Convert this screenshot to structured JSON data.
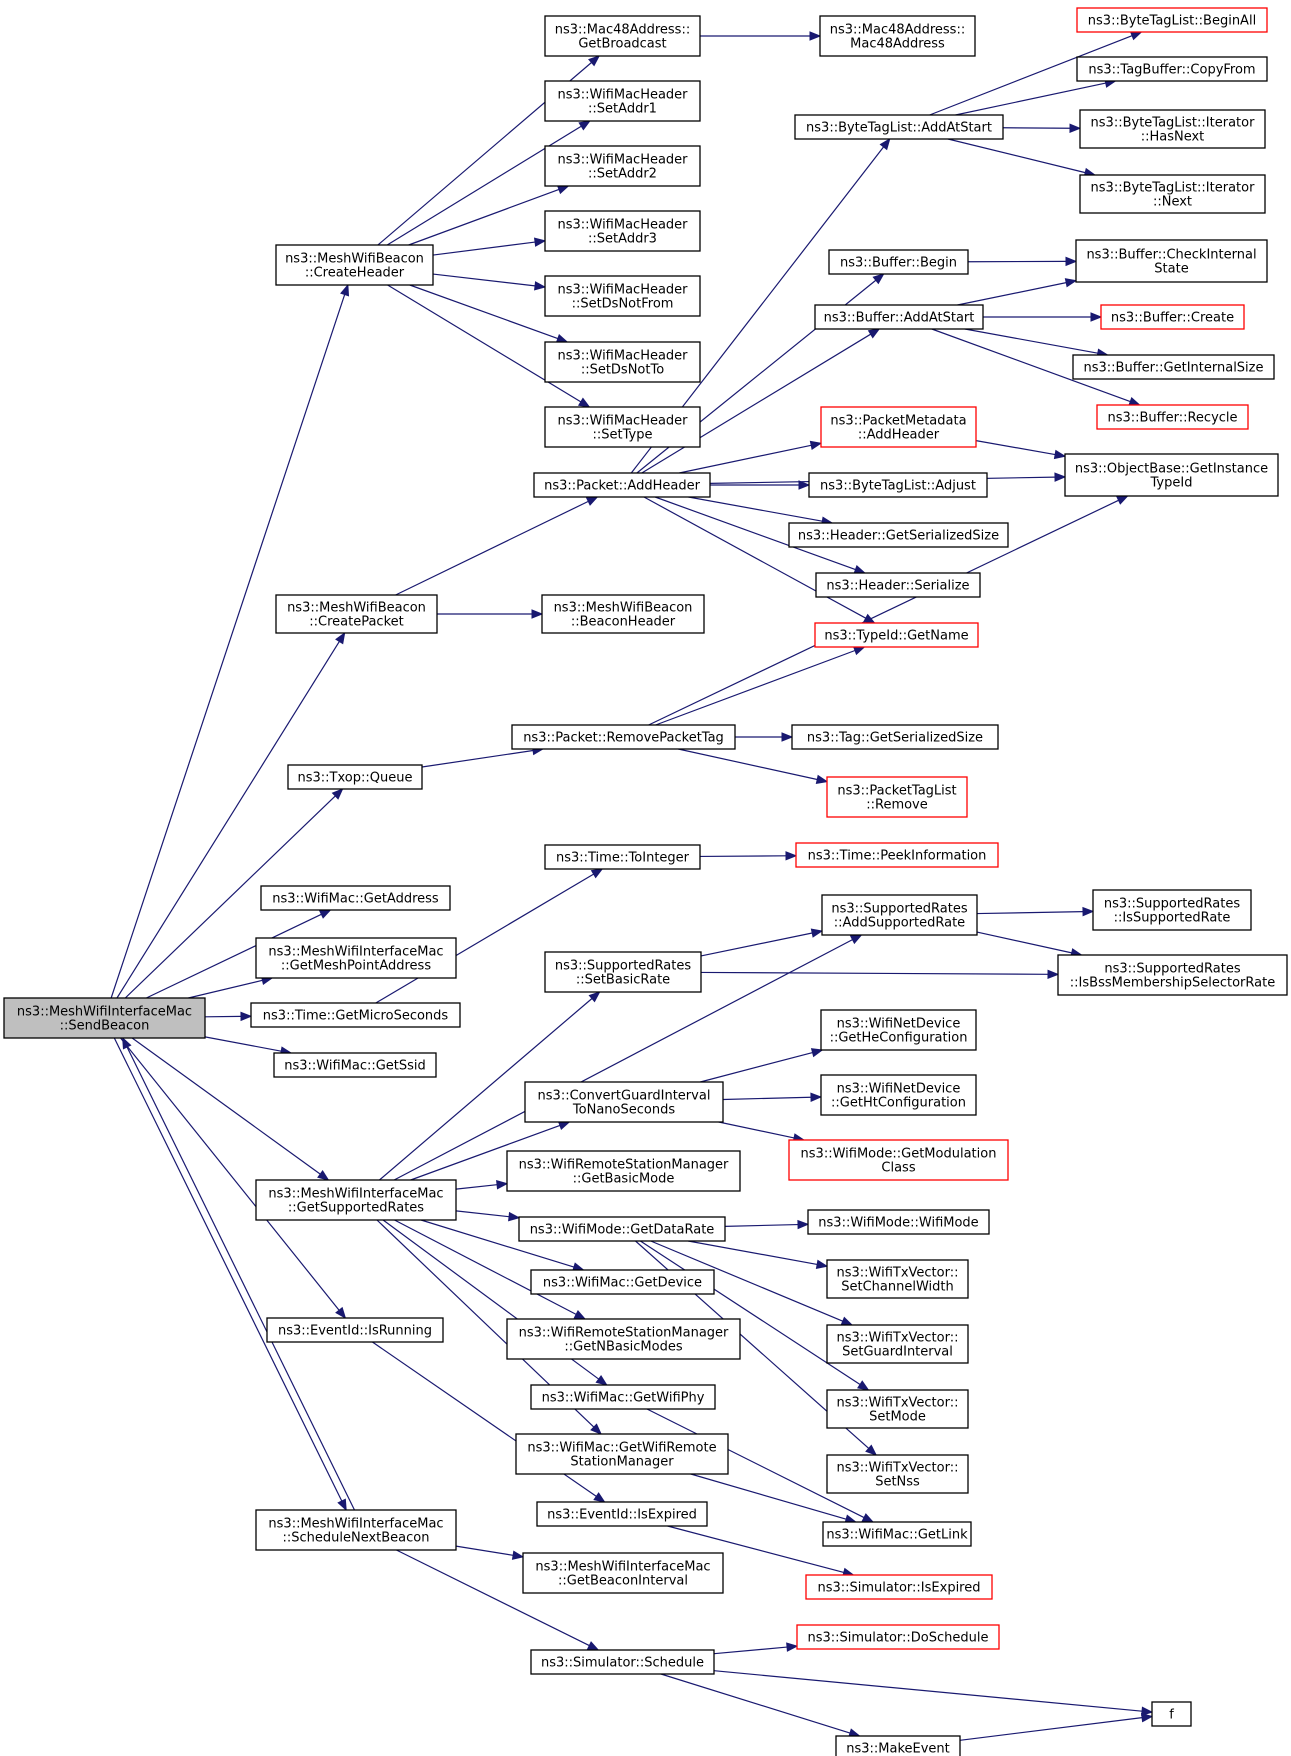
{
  "colors": {
    "edge": "#191970",
    "red_border": "#ff0000",
    "root_fill": "#bfbfbf"
  },
  "nodes": [
    {
      "id": "root",
      "lines": [
        "ns3::MeshWifiInterfaceMac",
        "::SendBeacon"
      ],
      "root": true
    },
    {
      "id": "createHeader",
      "lines": [
        "ns3::MeshWifiBeacon",
        "::CreateHeader"
      ]
    },
    {
      "id": "getBroadcast",
      "lines": [
        "ns3::Mac48Address::",
        "GetBroadcast"
      ]
    },
    {
      "id": "mac48",
      "lines": [
        "ns3::Mac48Address::",
        "Mac48Address"
      ]
    },
    {
      "id": "setAddr1",
      "lines": [
        "ns3::WifiMacHeader",
        "::SetAddr1"
      ]
    },
    {
      "id": "setAddr2",
      "lines": [
        "ns3::WifiMacHeader",
        "::SetAddr2"
      ]
    },
    {
      "id": "setAddr3",
      "lines": [
        "ns3::WifiMacHeader",
        "::SetAddr3"
      ]
    },
    {
      "id": "setDsNotFrom",
      "lines": [
        "ns3::WifiMacHeader",
        "::SetDsNotFrom"
      ]
    },
    {
      "id": "setDsNotTo",
      "lines": [
        "ns3::WifiMacHeader",
        "::SetDsNotTo"
      ]
    },
    {
      "id": "setType",
      "lines": [
        "ns3::WifiMacHeader",
        "::SetType"
      ]
    },
    {
      "id": "beginAll",
      "lines": [
        "ns3::ByteTagList::BeginAll"
      ],
      "red": true
    },
    {
      "id": "copyFrom",
      "lines": [
        "ns3::TagBuffer::CopyFrom"
      ]
    },
    {
      "id": "addAtStartBTL",
      "lines": [
        "ns3::ByteTagList::AddAtStart"
      ]
    },
    {
      "id": "hasNext",
      "lines": [
        "ns3::ByteTagList::Iterator",
        "::HasNext"
      ]
    },
    {
      "id": "iterNext",
      "lines": [
        "ns3::ByteTagList::Iterator",
        "::Next"
      ]
    },
    {
      "id": "bufBegin",
      "lines": [
        "ns3::Buffer::Begin"
      ]
    },
    {
      "id": "checkInternal",
      "lines": [
        "ns3::Buffer::CheckInternal",
        "State"
      ]
    },
    {
      "id": "bufAddAtStart",
      "lines": [
        "ns3::Buffer::AddAtStart"
      ]
    },
    {
      "id": "bufCreate",
      "lines": [
        "ns3::Buffer::Create"
      ],
      "red": true
    },
    {
      "id": "getInternalSize",
      "lines": [
        "ns3::Buffer::GetInternalSize"
      ]
    },
    {
      "id": "bufRecycle",
      "lines": [
        "ns3::Buffer::Recycle"
      ],
      "red": true
    },
    {
      "id": "pmAddHeader",
      "lines": [
        "ns3::PacketMetadata",
        "::AddHeader"
      ],
      "red": true
    },
    {
      "id": "getInstanceTypeId",
      "lines": [
        "ns3::ObjectBase::GetInstance",
        "TypeId"
      ]
    },
    {
      "id": "pktAddHeader",
      "lines": [
        "ns3::Packet::AddHeader"
      ]
    },
    {
      "id": "btlAdjust",
      "lines": [
        "ns3::ByteTagList::Adjust"
      ]
    },
    {
      "id": "hdrGetSerSize",
      "lines": [
        "ns3::Header::GetSerializedSize"
      ]
    },
    {
      "id": "hdrSerialize",
      "lines": [
        "ns3::Header::Serialize"
      ]
    },
    {
      "id": "createPacket",
      "lines": [
        "ns3::MeshWifiBeacon",
        "::CreatePacket"
      ]
    },
    {
      "id": "beaconHeader",
      "lines": [
        "ns3::MeshWifiBeacon",
        "::BeaconHeader"
      ]
    },
    {
      "id": "typeIdGetName",
      "lines": [
        "ns3::TypeId::GetName"
      ],
      "red": true
    },
    {
      "id": "removePacketTag",
      "lines": [
        "ns3::Packet::RemovePacketTag"
      ]
    },
    {
      "id": "tagGetSerSize",
      "lines": [
        "ns3::Tag::GetSerializedSize"
      ]
    },
    {
      "id": "txopQueue",
      "lines": [
        "ns3::Txop::Queue"
      ]
    },
    {
      "id": "ptlRemove",
      "lines": [
        "ns3::PacketTagList",
        "::Remove"
      ],
      "red": true
    },
    {
      "id": "timeToInteger",
      "lines": [
        "ns3::Time::ToInteger"
      ]
    },
    {
      "id": "peekInformation",
      "lines": [
        "ns3::Time::PeekInformation"
      ],
      "red": true
    },
    {
      "id": "getAddress",
      "lines": [
        "ns3::WifiMac::GetAddress"
      ]
    },
    {
      "id": "addSupportedRate",
      "lines": [
        "ns3::SupportedRates",
        "::AddSupportedRate"
      ]
    },
    {
      "id": "isSupportedRate",
      "lines": [
        "ns3::SupportedRates",
        "::IsSupportedRate"
      ]
    },
    {
      "id": "getMeshPointAddress",
      "lines": [
        "ns3::MeshWifiInterfaceMac",
        "::GetMeshPointAddress"
      ]
    },
    {
      "id": "setBasicRate",
      "lines": [
        "ns3::SupportedRates",
        "::SetBasicRate"
      ]
    },
    {
      "id": "isBssMembership",
      "lines": [
        "ns3::SupportedRates",
        "::IsBssMembershipSelectorRate"
      ]
    },
    {
      "id": "getMicroSeconds",
      "lines": [
        "ns3::Time::GetMicroSeconds"
      ]
    },
    {
      "id": "getHeConfiguration",
      "lines": [
        "ns3::WifiNetDevice",
        "::GetHeConfiguration"
      ]
    },
    {
      "id": "getSsid",
      "lines": [
        "ns3::WifiMac::GetSsid"
      ]
    },
    {
      "id": "convertGuardInterval",
      "lines": [
        "ns3::ConvertGuardInterval",
        "ToNanoSeconds"
      ]
    },
    {
      "id": "getHtConfiguration",
      "lines": [
        "ns3::WifiNetDevice",
        "::GetHtConfiguration"
      ]
    },
    {
      "id": "getModulationClass",
      "lines": [
        "ns3::WifiMode::GetModulation",
        "Class"
      ],
      "red": true
    },
    {
      "id": "getBasicMode",
      "lines": [
        "ns3::WifiRemoteStationManager",
        "::GetBasicMode"
      ]
    },
    {
      "id": "getSupportedRates",
      "lines": [
        "ns3::MeshWifiInterfaceMac",
        "::GetSupportedRates"
      ]
    },
    {
      "id": "getDataRate",
      "lines": [
        "ns3::WifiMode::GetDataRate"
      ]
    },
    {
      "id": "wifiModeCtor",
      "lines": [
        "ns3::WifiMode::WifiMode"
      ]
    },
    {
      "id": "setChannelWidth",
      "lines": [
        "ns3::WifiTxVector::",
        "SetChannelWidth"
      ]
    },
    {
      "id": "getDevice",
      "lines": [
        "ns3::WifiMac::GetDevice"
      ]
    },
    {
      "id": "isRunning",
      "lines": [
        "ns3::EventId::IsRunning"
      ]
    },
    {
      "id": "getNBasicModes",
      "lines": [
        "ns3::WifiRemoteStationManager",
        "::GetNBasicModes"
      ]
    },
    {
      "id": "setGuardInterval",
      "lines": [
        "ns3::WifiTxVector::",
        "SetGuardInterval"
      ]
    },
    {
      "id": "getWifiPhy",
      "lines": [
        "ns3::WifiMac::GetWifiPhy"
      ]
    },
    {
      "id": "setMode",
      "lines": [
        "ns3::WifiTxVector::",
        "SetMode"
      ]
    },
    {
      "id": "getWifiRemoteStationManager",
      "lines": [
        "ns3::WifiMac::GetWifiRemote",
        "StationManager"
      ]
    },
    {
      "id": "setNss",
      "lines": [
        "ns3::WifiTxVector::",
        "SetNss"
      ]
    },
    {
      "id": "isExpired",
      "lines": [
        "ns3::EventId::IsExpired"
      ]
    },
    {
      "id": "scheduleNextBeacon",
      "lines": [
        "ns3::MeshWifiInterfaceMac",
        "::ScheduleNextBeacon"
      ]
    },
    {
      "id": "getLink",
      "lines": [
        "ns3::WifiMac::GetLink"
      ]
    },
    {
      "id": "getBeaconInterval",
      "lines": [
        "ns3::MeshWifiInterfaceMac",
        "::GetBeaconInterval"
      ]
    },
    {
      "id": "simIsExpired",
      "lines": [
        "ns3::Simulator::IsExpired"
      ],
      "red": true
    },
    {
      "id": "simDoSchedule",
      "lines": [
        "ns3::Simulator::DoSchedule"
      ],
      "red": true
    },
    {
      "id": "simSchedule",
      "lines": [
        "ns3::Simulator::Schedule"
      ]
    },
    {
      "id": "fNode",
      "lines": [
        "f"
      ]
    },
    {
      "id": "makeEvent",
      "lines": [
        "ns3::MakeEvent"
      ]
    }
  ],
  "edges": [
    [
      "root",
      "createHeader"
    ],
    [
      "root",
      "createPacket"
    ],
    [
      "root",
      "txopQueue"
    ],
    [
      "root",
      "getAddress"
    ],
    [
      "root",
      "getMeshPointAddress"
    ],
    [
      "root",
      "getMicroSeconds"
    ],
    [
      "root",
      "getSsid"
    ],
    [
      "root",
      "getSupportedRates"
    ],
    [
      "root",
      "isRunning"
    ],
    [
      "root",
      "scheduleNextBeacon"
    ],
    [
      "scheduleNextBeacon",
      "root"
    ],
    [
      "createHeader",
      "getBroadcast"
    ],
    [
      "createHeader",
      "setAddr1"
    ],
    [
      "createHeader",
      "setAddr2"
    ],
    [
      "createHeader",
      "setAddr3"
    ],
    [
      "createHeader",
      "setDsNotFrom"
    ],
    [
      "createHeader",
      "setDsNotTo"
    ],
    [
      "createHeader",
      "setType"
    ],
    [
      "getBroadcast",
      "mac48"
    ],
    [
      "createPacket",
      "pktAddHeader"
    ],
    [
      "createPacket",
      "beaconHeader"
    ],
    [
      "pktAddHeader",
      "addAtStartBTL"
    ],
    [
      "pktAddHeader",
      "bufBegin"
    ],
    [
      "pktAddHeader",
      "bufAddAtStart"
    ],
    [
      "pktAddHeader",
      "getInstanceTypeId"
    ],
    [
      "pktAddHeader",
      "pmAddHeader"
    ],
    [
      "pktAddHeader",
      "btlAdjust"
    ],
    [
      "pktAddHeader",
      "hdrGetSerSize"
    ],
    [
      "pktAddHeader",
      "hdrSerialize"
    ],
    [
      "pktAddHeader",
      "typeIdGetName"
    ],
    [
      "addAtStartBTL",
      "beginAll"
    ],
    [
      "addAtStartBTL",
      "copyFrom"
    ],
    [
      "addAtStartBTL",
      "hasNext"
    ],
    [
      "addAtStartBTL",
      "iterNext"
    ],
    [
      "bufBegin",
      "checkInternal"
    ],
    [
      "bufAddAtStart",
      "checkInternal"
    ],
    [
      "bufAddAtStart",
      "bufCreate"
    ],
    [
      "bufAddAtStart",
      "getInternalSize"
    ],
    [
      "bufAddAtStart",
      "bufRecycle"
    ],
    [
      "pmAddHeader",
      "getInstanceTypeId"
    ],
    [
      "txopQueue",
      "removePacketTag"
    ],
    [
      "removePacketTag",
      "typeIdGetName"
    ],
    [
      "removePacketTag",
      "getInstanceTypeId"
    ],
    [
      "removePacketTag",
      "tagGetSerSize"
    ],
    [
      "removePacketTag",
      "ptlRemove"
    ],
    [
      "getMicroSeconds",
      "timeToInteger"
    ],
    [
      "timeToInteger",
      "peekInformation"
    ],
    [
      "getSupportedRates",
      "addSupportedRate"
    ],
    [
      "getSupportedRates",
      "setBasicRate"
    ],
    [
      "getSupportedRates",
      "convertGuardInterval"
    ],
    [
      "getSupportedRates",
      "getBasicMode"
    ],
    [
      "getSupportedRates",
      "getDataRate"
    ],
    [
      "getSupportedRates",
      "getDevice"
    ],
    [
      "getSupportedRates",
      "getNBasicModes"
    ],
    [
      "getSupportedRates",
      "getWifiPhy"
    ],
    [
      "getSupportedRates",
      "getWifiRemoteStationManager"
    ],
    [
      "addSupportedRate",
      "isSupportedRate"
    ],
    [
      "addSupportedRate",
      "isBssMembership"
    ],
    [
      "setBasicRate",
      "addSupportedRate"
    ],
    [
      "setBasicRate",
      "isBssMembership"
    ],
    [
      "convertGuardInterval",
      "getHeConfiguration"
    ],
    [
      "convertGuardInterval",
      "getHtConfiguration"
    ],
    [
      "convertGuardInterval",
      "getModulationClass"
    ],
    [
      "getDataRate",
      "wifiModeCtor"
    ],
    [
      "getDataRate",
      "setChannelWidth"
    ],
    [
      "getDataRate",
      "setGuardInterval"
    ],
    [
      "getDataRate",
      "setMode"
    ],
    [
      "getDataRate",
      "setNss"
    ],
    [
      "getWifiPhy",
      "getLink"
    ],
    [
      "getWifiRemoteStationManager",
      "getLink"
    ],
    [
      "isRunning",
      "isExpired"
    ],
    [
      "isExpired",
      "simIsExpired"
    ],
    [
      "scheduleNextBeacon",
      "getBeaconInterval"
    ],
    [
      "scheduleNextBeacon",
      "simSchedule"
    ],
    [
      "simSchedule",
      "simDoSchedule"
    ],
    [
      "simSchedule",
      "fNode"
    ],
    [
      "simSchedule",
      "makeEvent"
    ],
    [
      "makeEvent",
      "fNode"
    ]
  ]
}
